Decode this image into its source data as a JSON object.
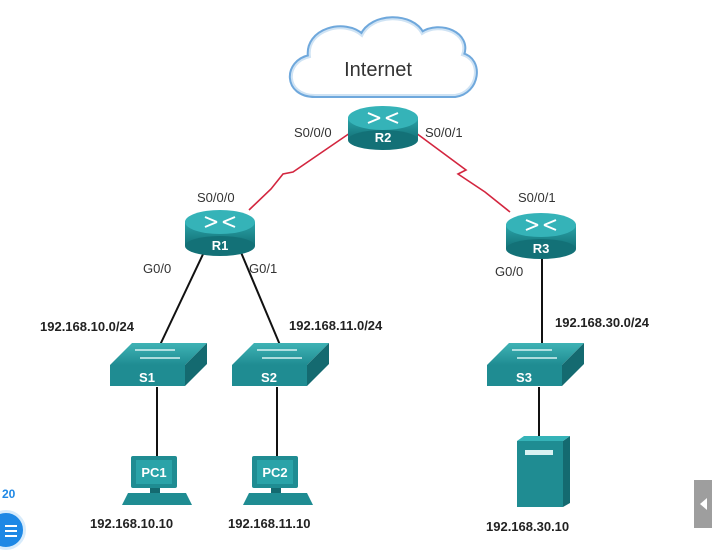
{
  "cloud": {
    "label": "Internet"
  },
  "routers": {
    "r1": {
      "name": "R1"
    },
    "r2": {
      "name": "R2"
    },
    "r3": {
      "name": "R3"
    }
  },
  "switches": {
    "s1": {
      "name": "S1"
    },
    "s2": {
      "name": "S2"
    },
    "s3": {
      "name": "S3"
    }
  },
  "hosts": {
    "pc1": {
      "name": "PC1",
      "ip": "192.168.10.10"
    },
    "pc2": {
      "name": "PC2",
      "ip": "192.168.11.10"
    },
    "server": {
      "ip": "192.168.30.10"
    }
  },
  "interfaces": {
    "r2_left": "S0/0/0",
    "r2_right": "S0/0/1",
    "r1_serial": "S0/0/0",
    "r1_g00": "G0/0",
    "r1_g01": "G0/1",
    "r3_serial": "S0/0/1",
    "r3_g00": "G0/0"
  },
  "networks": {
    "lan1": "192.168.10.0/24",
    "lan2": "192.168.11.0/24",
    "lan3": "192.168.30.0/24"
  },
  "overlay": {
    "side_number": "20"
  },
  "colors": {
    "device_teal": "#1f8c92",
    "serial_link": "#d3263f",
    "ethernet_link": "#111111",
    "cloud_stroke": "#6fa8dc"
  }
}
